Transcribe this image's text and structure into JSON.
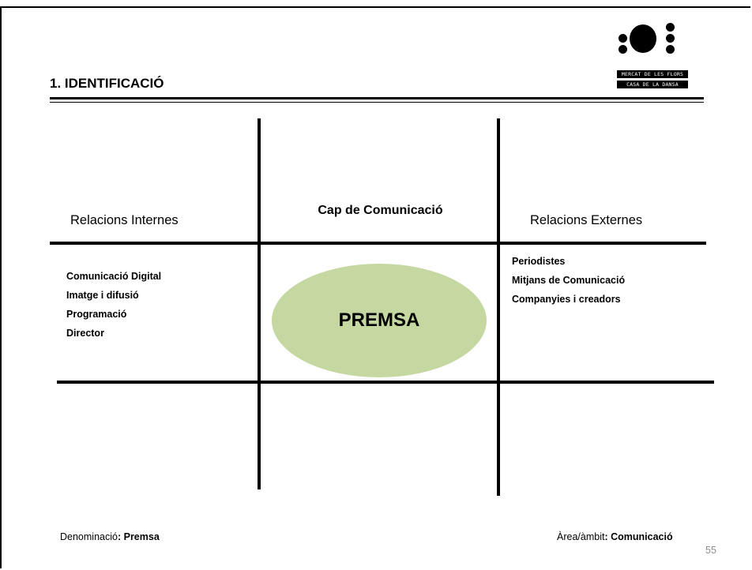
{
  "header": {
    "title": "1. IDENTIFICACIÓ",
    "logo_line1": "MERCAT DE LES FLORS",
    "logo_line2": "CASA DE LA DANSA"
  },
  "grid": {
    "left_heading": "Relacions Internes",
    "center_heading": "Cap de Comunicació",
    "right_heading": "Relacions Externes",
    "center_label": "PREMSA",
    "center_color": "#c5d8a1",
    "internal_relations": [
      "Comunicació Digital",
      "Imatge i difusió",
      "Programació",
      "Director"
    ],
    "external_relations": [
      "Periodistes",
      "Mitjans de Comunicació",
      "Companyies i creadors"
    ]
  },
  "footer": {
    "denomination_label": "Denominació",
    "denomination_value": "Premsa",
    "area_label": "Àrea/àmbit",
    "area_value": "Comunicació",
    "page_number": "55"
  }
}
